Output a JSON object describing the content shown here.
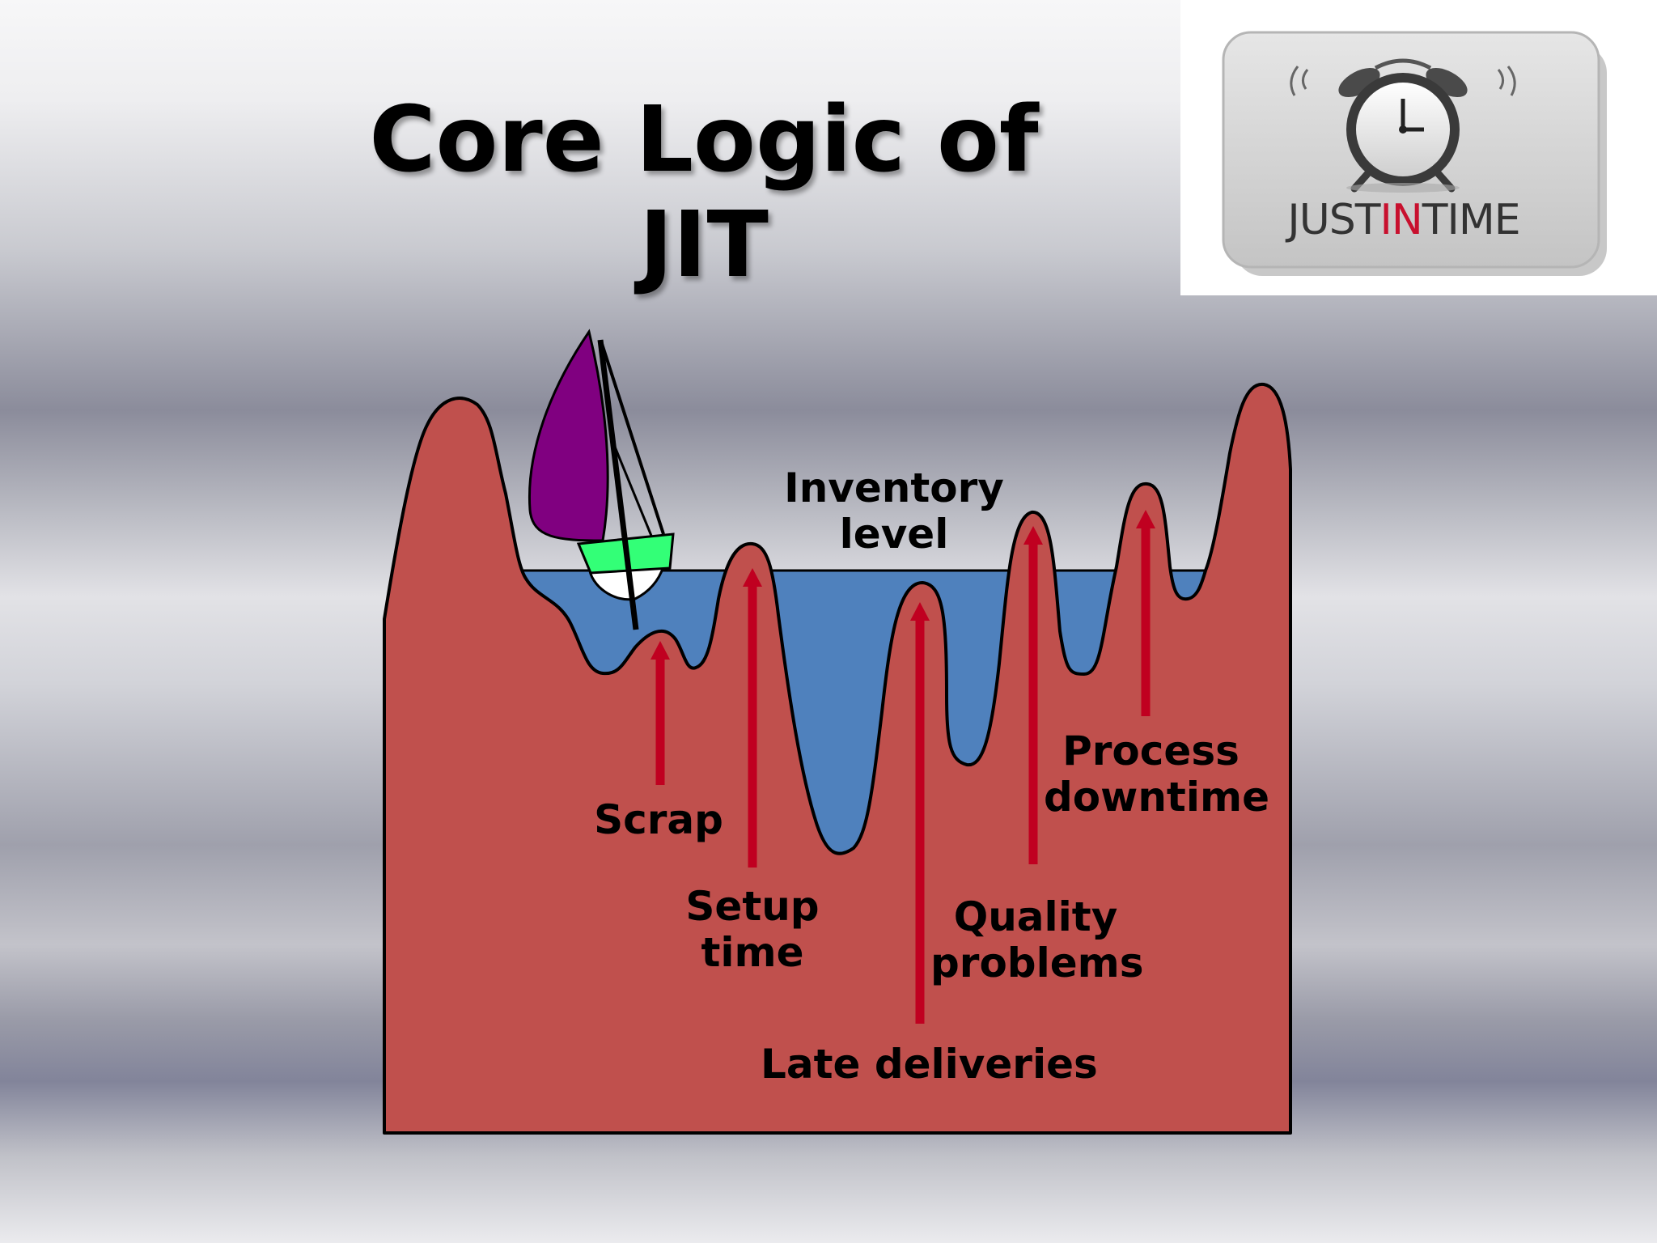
{
  "title": "Core Logic of JIT",
  "logo": {
    "text_before": "JUST",
    "text_highlight": "IN",
    "text_after": "TIME",
    "highlight_color": "#c8102e",
    "icon": "alarm-clock-icon"
  },
  "diagram": {
    "water_label_line1": "Inventory",
    "water_label_line2": "level",
    "problems": {
      "scrap": "Scrap",
      "setup_line1": "Setup",
      "setup_line2": "time",
      "late": "Late deliveries",
      "quality_line1": "Quality",
      "quality_line2": "problems",
      "process_line1": "Process",
      "process_line2": "downtime"
    },
    "colors": {
      "rock": "#c0504d",
      "water": "#4f81bd",
      "arrow": "#c00020",
      "sail": "#800080",
      "hull": "#33ff77"
    }
  }
}
